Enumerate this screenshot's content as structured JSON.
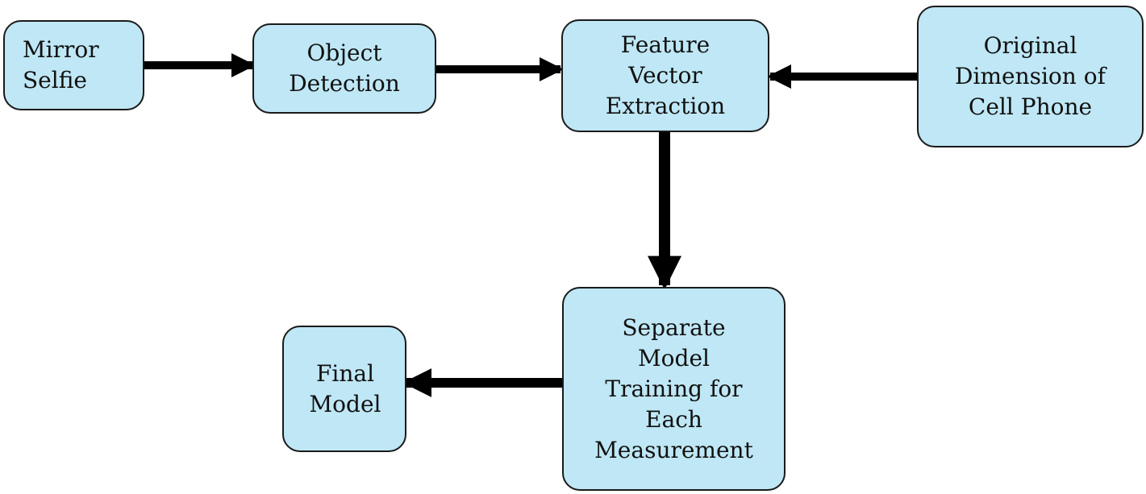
{
  "diagram": {
    "nodes": {
      "mirror_selfie": [
        "Mirror",
        "Selfie"
      ],
      "object_detection": [
        "Object",
        "Detection"
      ],
      "feature_vector_extraction": [
        "Feature",
        "Vector",
        "Extraction"
      ],
      "original_dimension": [
        "Original",
        "Dimension of",
        "Cell Phone"
      ],
      "separate_model_training": [
        "Separate",
        "Model",
        "Training for",
        "Each",
        "Measurement"
      ],
      "final_model": [
        "Final",
        "Model"
      ]
    },
    "edges": [
      {
        "from": "mirror_selfie",
        "to": "object_detection"
      },
      {
        "from": "object_detection",
        "to": "feature_vector_extraction"
      },
      {
        "from": "original_dimension",
        "to": "feature_vector_extraction"
      },
      {
        "from": "feature_vector_extraction",
        "to": "separate_model_training"
      },
      {
        "from": "separate_model_training",
        "to": "final_model"
      }
    ],
    "colors": {
      "node_fill": "#bfe7f5",
      "node_border": "#1a1a1a",
      "arrow": "#000000"
    }
  }
}
